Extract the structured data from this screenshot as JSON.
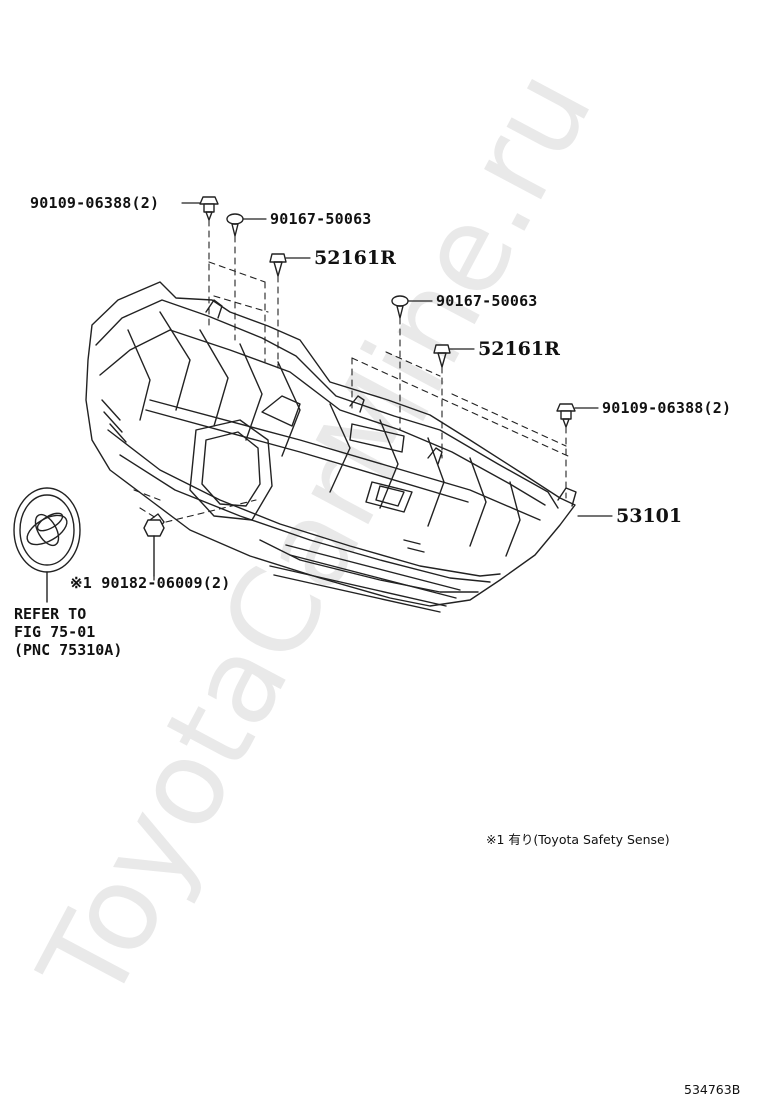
{
  "watermark": "ToyotaCarMine.ru",
  "callouts": [
    {
      "id": "c1",
      "text": "90109-06388(2)"
    },
    {
      "id": "c2",
      "text": "90167-50063"
    },
    {
      "id": "c3",
      "text": "52161R"
    },
    {
      "id": "c4",
      "text": "90167-50063"
    },
    {
      "id": "c5",
      "text": "52161R"
    },
    {
      "id": "c6",
      "text": "90109-06388(2)"
    },
    {
      "id": "c7",
      "text": "53101"
    },
    {
      "id": "c8",
      "text": "※1 90182-06009(2)"
    }
  ],
  "reference": {
    "line1": "REFER TO",
    "line2": "FIG 75-01",
    "line3": "(PNC 75310A)"
  },
  "note": "※1 有り(Toyota Safety Sense)",
  "figure_number": "534763B"
}
